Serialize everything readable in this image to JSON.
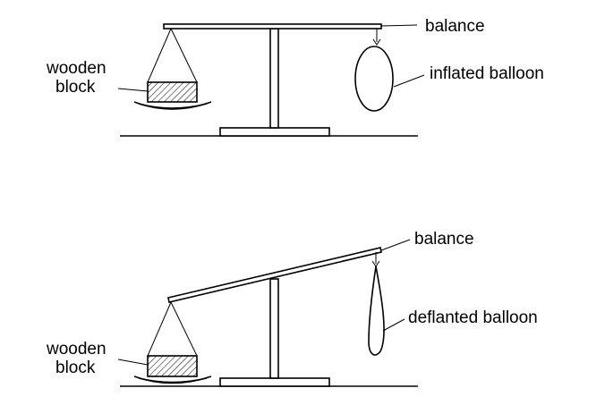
{
  "top_diagram": {
    "balance_label": "balance",
    "balloon_label": "inflated balloon",
    "block_label_line1": "wooden",
    "block_label_line2": "block"
  },
  "bottom_diagram": {
    "balance_label": "balance",
    "balloon_label": "deflanted balloon",
    "block_label_line1": "wooden",
    "block_label_line2": "block"
  }
}
